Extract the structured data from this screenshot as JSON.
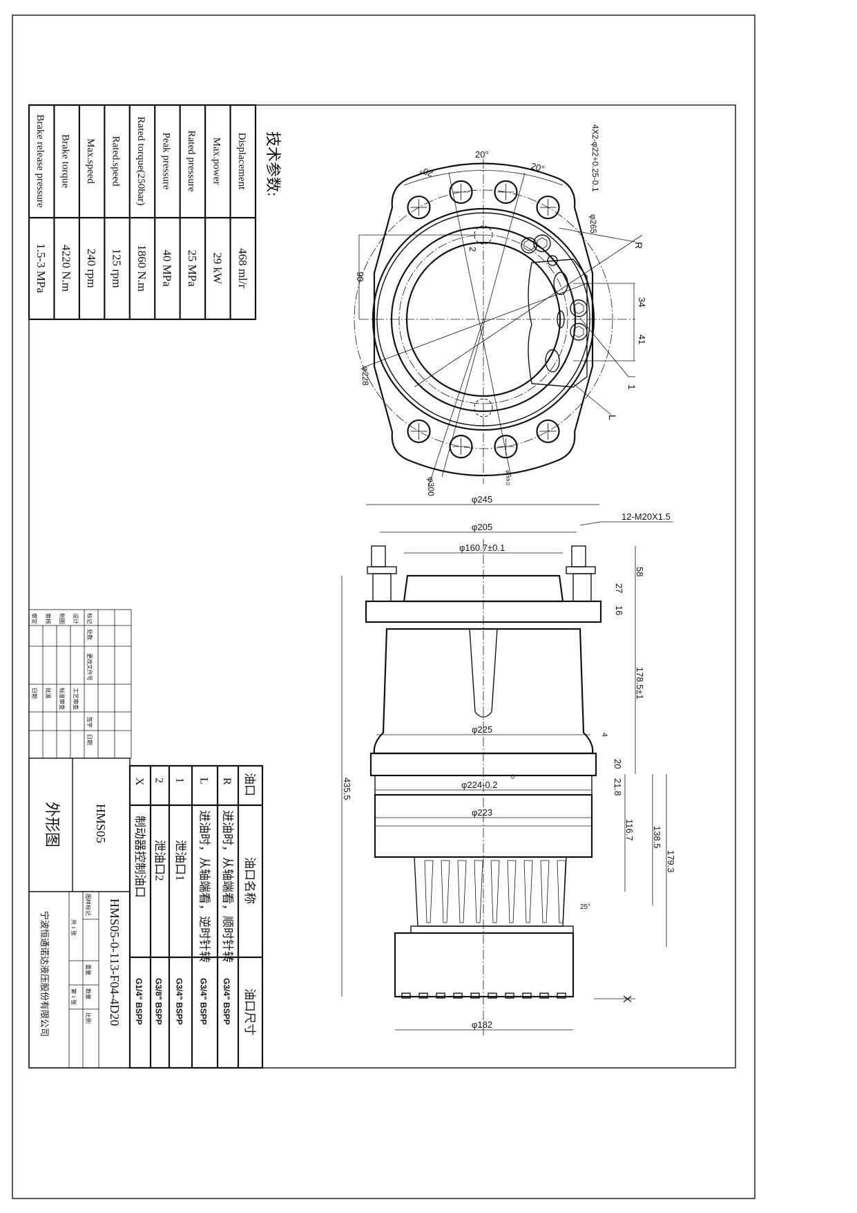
{
  "params": {
    "title": "技术参数:",
    "rows": [
      {
        "label": "Displacement",
        "value": "468 ml/r"
      },
      {
        "label": "Max.power",
        "value": "29 kW"
      },
      {
        "label": "Rated pressure",
        "value": "25 MPa"
      },
      {
        "label": "Peak pressure",
        "value": "40 MPa"
      },
      {
        "label": "Rated torque(250bar)",
        "value": "1860 N.m"
      },
      {
        "label": "Rated.speed",
        "value": "125 rpm"
      },
      {
        "label": "Max.speed",
        "value": "240 rpm"
      },
      {
        "label": "Brake  torque",
        "value": "4220 N.m"
      },
      {
        "label": "Brake release pressure",
        "value": "1.5-3 MPa"
      }
    ]
  },
  "ports": {
    "header": {
      "port": "油口",
      "name": "油口名称",
      "size": "油口尺寸"
    },
    "rows": [
      {
        "port": "R",
        "name": "进油时，从轴端看，顺时针转",
        "size": "G3/4\" BSPP"
      },
      {
        "port": "L",
        "name": "进油时，从轴端看，逆时针转",
        "size": "G3/4\" BSPP"
      },
      {
        "port": "1",
        "name": "泄油口1",
        "size": "G3/4\" BSPP"
      },
      {
        "port": "2",
        "name": "泄油口2",
        "size": "G3/8\" BSPP"
      },
      {
        "port": "X",
        "name": "制动器控制油口",
        "size": "G1/4\" BSPP"
      }
    ]
  },
  "title_block": {
    "drawing_name": "外形图",
    "model": "HMS05",
    "drawing_number": "HMS05-0-113-F04-4D20",
    "company": "宁波恒通诺达液压股份有限公司",
    "sheets_total": "共 1 张",
    "sheet_no": "第 1 张",
    "mark_label": "图样标记",
    "weight_label": "重量",
    "qty_label": "数量",
    "scale_label": "比例",
    "revision": {
      "headers": [
        "标记",
        "处数",
        "更改文件号",
        "签字",
        "日期"
      ],
      "roles": [
        "设计",
        "制图",
        "审核",
        "审定"
      ],
      "roles2": [
        "工艺审查",
        "标准审查",
        "批准",
        "日期"
      ]
    }
  },
  "front_view": {
    "angle_labels": [
      "20°",
      "20°",
      "20°"
    ],
    "holes_label": "4X2-φ22+0.25-0.1",
    "d265": "φ265",
    "d228": "φ228",
    "d300": "φ300",
    "d299": "φ299.0",
    "dim90": "90",
    "dim34": "34",
    "dim41": "41",
    "port_R": "R",
    "port_L": "L",
    "port_1": "1",
    "port_2": "2"
  },
  "side_view": {
    "d245": "φ245",
    "d205": "φ205",
    "d160": "φ160.7±0.1",
    "thread": "12-M20X1.5",
    "d225": "φ225",
    "d224": "φ224-0.2",
    "d224_tol": "0",
    "d223": "φ223",
    "d182": "φ182",
    "h4355": "435.5",
    "h58": "58",
    "h27": "27",
    "h16": "16",
    "h1785": "178.5±1",
    "h4": "4",
    "h20": "20",
    "h218": "21.8",
    "h1167": "116.7",
    "h1385": "138.5",
    "h1793": "179.3",
    "angle25": "25°",
    "port_X": "X"
  }
}
